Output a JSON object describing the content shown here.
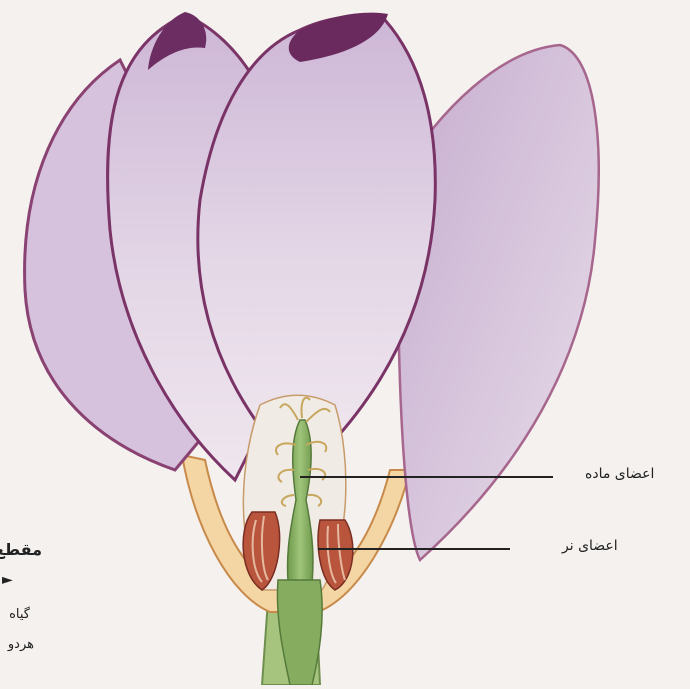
{
  "diagram": {
    "labels": {
      "female_organs": "اعضای ماده",
      "male_organs": "اعضای نر"
    },
    "side_text": {
      "heading": "مقطع",
      "arrow": "►",
      "line1": "گیاه",
      "line2": "هردو"
    }
  },
  "colors": {
    "background": "#f4f1ee",
    "petal": "#d9c6de",
    "petal_edge": "#6e2f5e",
    "pistil": "#8fb56a",
    "stamen": "#b5503a",
    "stem": "#9cbc73",
    "receptacle": "#f0c98c"
  }
}
